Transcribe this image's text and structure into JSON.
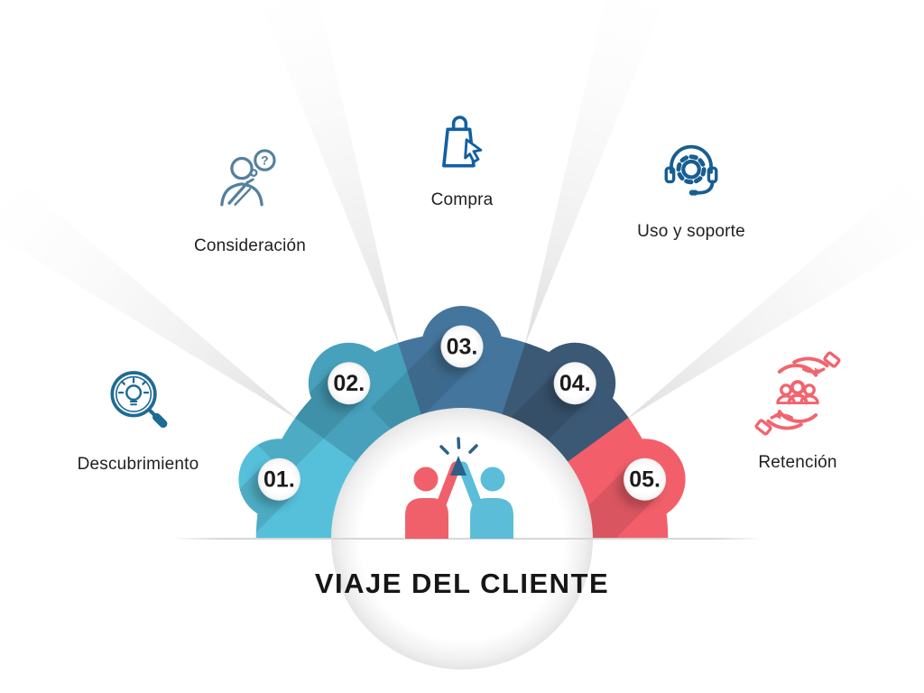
{
  "title": "VIAJE DEL CLIENTE",
  "stages": [
    {
      "number": "01.",
      "label": "Descubrimiento",
      "icon": "magnifier-lightbulb-icon",
      "segment_color": "#56c0da",
      "icon_color": "#1e6b94"
    },
    {
      "number": "02.",
      "label": "Consideración",
      "icon": "thinking-person-icon",
      "segment_color": "#47a1bd",
      "icon_color": "#54809f"
    },
    {
      "number": "03.",
      "label": "Compra",
      "icon": "shopping-bag-cursor-icon",
      "segment_color": "#44759c",
      "icon_color": "#1160a2"
    },
    {
      "number": "04.",
      "label": "Uso y soporte",
      "icon": "headset-gear-icon",
      "segment_color": "#3b5875",
      "icon_color": "#175e92"
    },
    {
      "number": "05.",
      "label": "Retención",
      "icon": "hands-people-cycle-icon",
      "segment_color": "#f25f6a",
      "icon_color": "#f2646e"
    }
  ],
  "center": {
    "left_person_color": "#f0606a",
    "right_person_color": "#5cbdd9",
    "highfive_accent_color": "#2d6089"
  },
  "accents": {
    "ray_color": "#d9d9d9",
    "baseline_color": "#d7d7d7",
    "number_text_color": "#1c1c1c",
    "label_text_color": "#1f1f1f",
    "title_color": "#161616"
  }
}
